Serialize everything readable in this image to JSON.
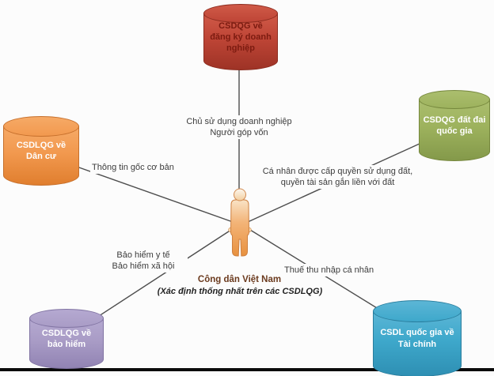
{
  "diagram": {
    "title_hidden": "",
    "center": {
      "title": "Công dân Việt Nam",
      "subtitle": "(Xác định thống nhất trên các CSDLQG)",
      "figure": "citizen-person",
      "title_color": "#6B3A1E"
    },
    "databases": [
      {
        "id": "business-registration",
        "label": "CSDQG về đăng ký doanh nghiệp",
        "fill": "#BE4536",
        "text_color": "#7C1B10",
        "position": "top"
      },
      {
        "id": "population",
        "label": "CSDLQG về Dân cư",
        "fill": "#F2994F",
        "text_color": "#FFFFFF",
        "position": "left"
      },
      {
        "id": "land",
        "label": "CSDQG đất đai quốc gia",
        "fill": "#9DB25D",
        "text_color": "#FFFFFF",
        "position": "right"
      },
      {
        "id": "insurance",
        "label": "CSDLQG về bảo hiểm",
        "fill": "#A99CC6",
        "text_color": "#FFFFFF",
        "position": "bottom-left"
      },
      {
        "id": "finance",
        "label": "CSDL quốc gia về Tài chính",
        "fill": "#3EA8CB",
        "text_color": "#FFFFFF",
        "position": "bottom-right"
      }
    ],
    "edges": [
      {
        "to": "business-registration",
        "lines": [
          "Chủ sử dụng doanh nghiệp",
          "Người góp vốn"
        ]
      },
      {
        "to": "population",
        "lines": [
          "Thông tin gốc cơ bản"
        ]
      },
      {
        "to": "land",
        "lines": [
          "Cá nhân được cấp quyền sử dụng đất,",
          "quyền tài sản gắn liền với đất"
        ]
      },
      {
        "to": "insurance",
        "lines": [
          "Bảo hiểm y tế",
          "Bảo hiểm xã hội"
        ]
      },
      {
        "to": "finance",
        "lines": [
          "Thuế thu nhập cá nhân"
        ]
      }
    ],
    "line_color": "#4D4D4D"
  }
}
